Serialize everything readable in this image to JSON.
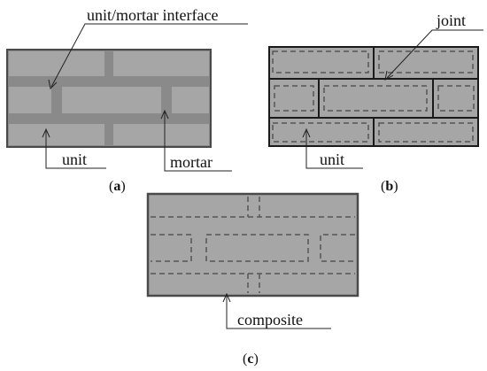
{
  "panels": {
    "a": {
      "caption": "a",
      "labels": {
        "interface": "unit/mortar interface",
        "unit": "unit",
        "mortar": "mortar"
      }
    },
    "b": {
      "caption": "b",
      "labels": {
        "joint": "joint",
        "unit": "unit"
      }
    },
    "c": {
      "caption": "c",
      "labels": {
        "composite": "composite"
      }
    }
  },
  "colors": {
    "unit_fill": "#a6a6a6",
    "mortar_fill": "#8a8a8a",
    "outline": "#4a4a4a",
    "dash": "#555555"
  }
}
